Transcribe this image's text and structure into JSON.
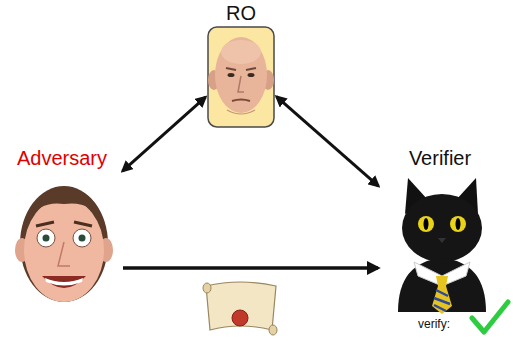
{
  "diagram": {
    "nodes": [
      {
        "text": [
          "RO"
        ]
      },
      {
        "text": [
          "Adversary"
        ]
      },
      {
        "text": [
          "Verifier",
          "verify:"
        ]
      }
    ],
    "edges": [
      {
        "from": 1,
        "to": 0,
        "arrow": "both"
      },
      {
        "from": 0,
        "to": 2,
        "arrow": "both"
      },
      {
        "from": 1,
        "to": 2,
        "arrow": "to"
      }
    ]
  }
}
